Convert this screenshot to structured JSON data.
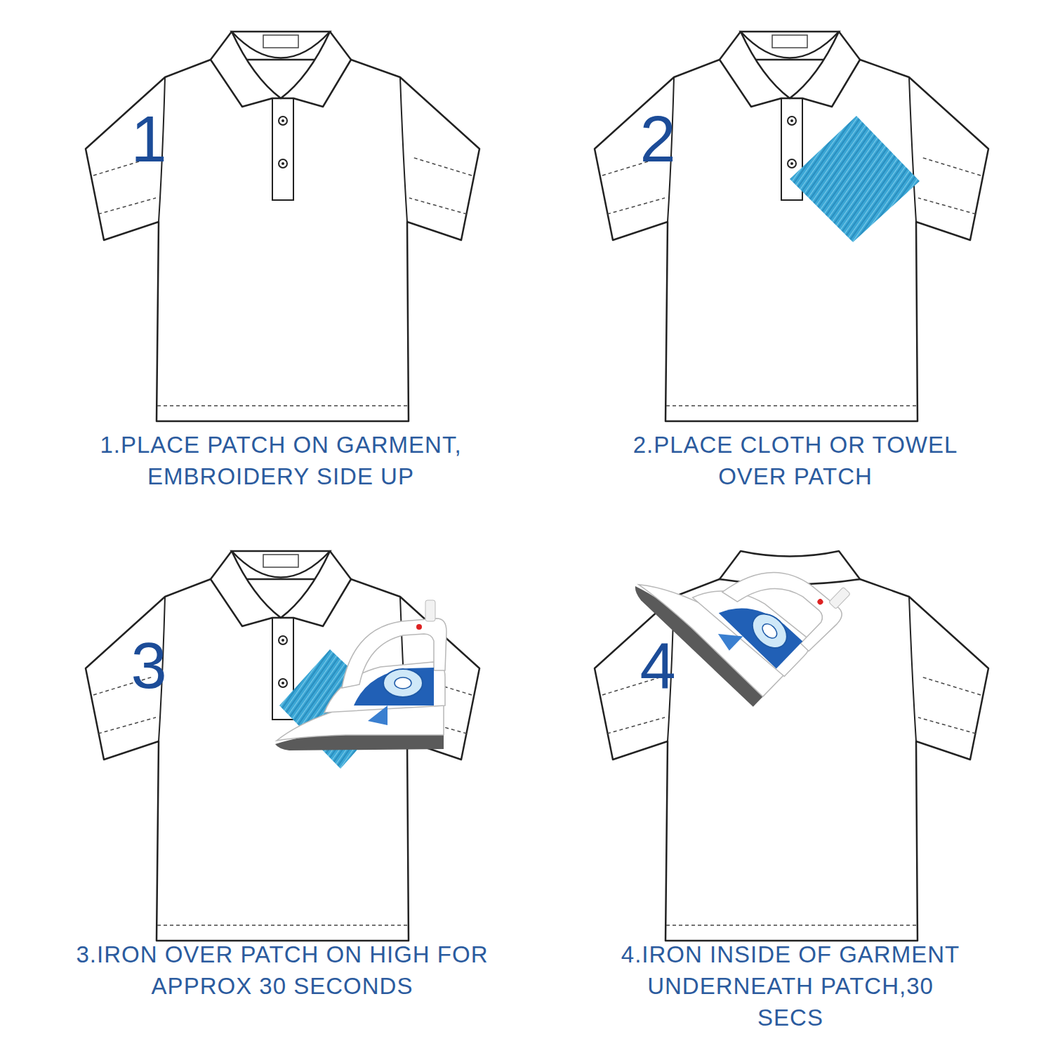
{
  "diagram": {
    "labels": [
      "1",
      "1.PLACE PATCH ON GARMENT, EMBROIDERY SIDE UP",
      "2",
      "2.PLACE CLOTH OR TOWEL OVER PATCH",
      "3",
      "3.IRON OVER PATCH ON HIGH FOR APPROX 30 SECONDS",
      "4",
      "4.IRON INSIDE OF GARMENT UNDERNEATH PATCH,30 SECS"
    ]
  }
}
